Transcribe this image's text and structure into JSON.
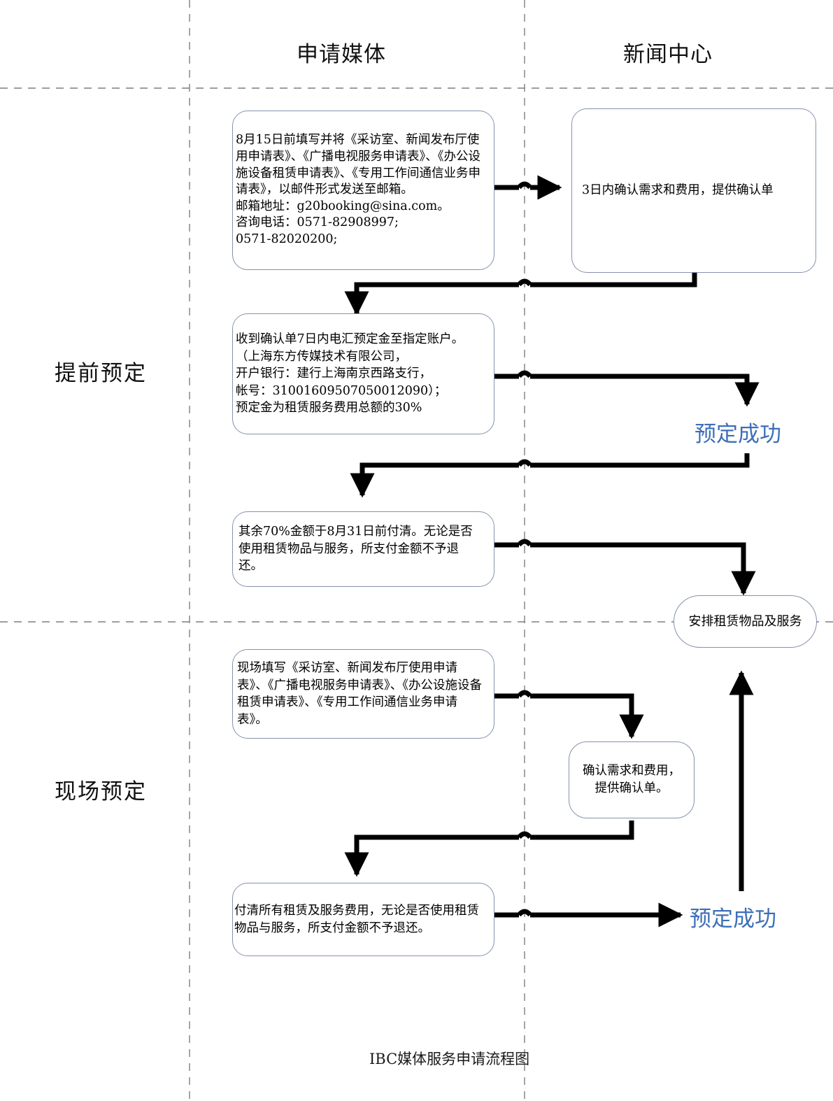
{
  "diagram": {
    "caption": "IBC媒体服务申请流程图",
    "accent_color": "#3d6fb8",
    "node_border_color": "#8592ad",
    "connector_color": "#000000",
    "guide_color": "#7f7f7f"
  },
  "lanes": [
    {
      "id": "applicant-media",
      "label": "申请媒体"
    },
    {
      "id": "press-center",
      "label": "新闻中心"
    }
  ],
  "stages": [
    {
      "id": "advance-booking",
      "label": "提前预定"
    },
    {
      "id": "onsite-booking",
      "label": "现场预定"
    }
  ],
  "nodes": {
    "submit_forms": "8月15日前填写并将《采访室、新闻发布厅使用申请表》、《广播电视服务申请表》、《办公设施设备租赁申请表》、《专用工作间通信业务申请表》，以邮件形式发送至邮箱。\n邮箱地址：g20booking@sina.com。\n咨询电话：0571-82908997;\n                  0571-82020200;",
    "confirm_3days": "3日内确认需求和费用，提供确认单",
    "wire_deposit": "收到确认单7日内电汇预定金至指定账户。\n（上海东方传媒技术有限公司，\n开户银行：建行上海南京西路支行，\n帐号：31001609507050012090）；\n预定金为租赁服务费用总额的30%",
    "pay_balance": "其余70%金额于8月31日前付清。无论是否使用租赁物品与服务，所支付金额不予退还。",
    "arrange_rental": "安排租赁物品及服务",
    "onsite_forms": "现场填写《采访室、新闻发布厅使用申请表》、《广播电视服务申请表》、《办公设施设备租赁申请表》、《专用工作间通信业务申请表》。",
    "onsite_confirm": "确认需求和费用，\n提供确认单。",
    "onsite_pay": "付清所有租赁及服务费用，无论是否使用租赁物品与服务，所支付金额不予退还。"
  },
  "outcomes": {
    "advance_success": "预定成功",
    "onsite_success": "预定成功"
  }
}
